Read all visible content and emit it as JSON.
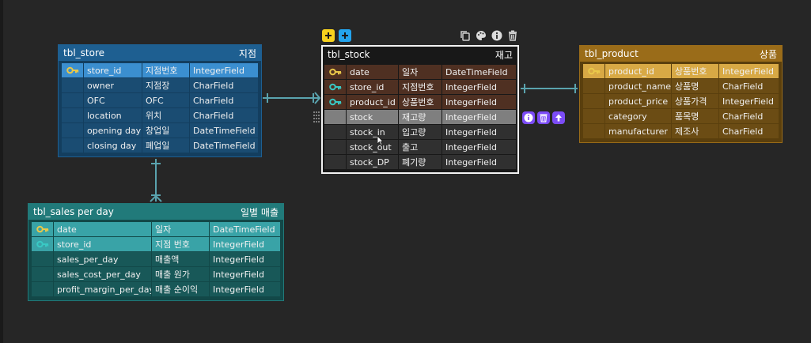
{
  "colors": {
    "background": "#262626",
    "connector": "#5aa3ae",
    "store_header": "#1e5f91",
    "sales_header": "#217a7a",
    "stock_border": "#f2f2f2",
    "product_header": "#9a6c19",
    "pk_key": "#e9c84a",
    "fk_key": "#39c9c4",
    "action_purple": "#7b4cf6"
  },
  "tables": {
    "store": {
      "name": "tbl_store",
      "label": "지점",
      "rows": [
        {
          "key": "pk",
          "field": "store_id",
          "verbose": "지점번호",
          "type": "IntegerField"
        },
        {
          "key": "",
          "field": "owner",
          "verbose": "지점장",
          "type": "CharField"
        },
        {
          "key": "",
          "field": "OFC",
          "verbose": "OFC",
          "type": "CharField"
        },
        {
          "key": "",
          "field": "location",
          "verbose": "위치",
          "type": "CharField"
        },
        {
          "key": "",
          "field": "opening day",
          "verbose": "창업일",
          "type": "DateTimeField"
        },
        {
          "key": "",
          "field": "closing day",
          "verbose": "폐업일",
          "type": "DateTimeField"
        }
      ]
    },
    "sales": {
      "name": "tbl_sales per day",
      "label": "일별 매출",
      "rows": [
        {
          "key": "pk",
          "field": "date",
          "verbose": "일자",
          "type": "DateTimeField"
        },
        {
          "key": "fk",
          "field": "store_id",
          "verbose": "지점 번호",
          "type": "IntegerField"
        },
        {
          "key": "",
          "field": "sales_per_day",
          "verbose": "매출액",
          "type": "IntegerField"
        },
        {
          "key": "",
          "field": "sales_cost_per_day",
          "verbose": "매출 원가",
          "type": "IntegerField"
        },
        {
          "key": "",
          "field": "profit_margin_per_day",
          "verbose": "매출 순이익",
          "type": "IntegerField"
        }
      ]
    },
    "stock": {
      "name": "tbl_stock",
      "label": "재고",
      "rows": [
        {
          "key": "pk",
          "field": "date",
          "verbose": "일자",
          "type": "DateTimeField"
        },
        {
          "key": "fk",
          "field": "store_id",
          "verbose": "지점번호",
          "type": "IntegerField"
        },
        {
          "key": "fk",
          "field": "product_id",
          "verbose": "상품번호",
          "type": "IntegerField"
        },
        {
          "key": "",
          "field": "stock",
          "verbose": "재고량",
          "type": "IntegerField",
          "selected": true
        },
        {
          "key": "",
          "field": "stock_in",
          "verbose": "입고량",
          "type": "IntegerField"
        },
        {
          "key": "",
          "field": "stock_out",
          "verbose": "출고",
          "type": "IntegerField"
        },
        {
          "key": "",
          "field": "stock_DP",
          "verbose": "폐기량",
          "type": "IntegerField"
        }
      ]
    },
    "product": {
      "name": "tbl_product",
      "label": "상품",
      "rows": [
        {
          "key": "pk",
          "field": "product_id",
          "verbose": "상품번호",
          "type": "IntegerField"
        },
        {
          "key": "",
          "field": "product_name",
          "verbose": "상품명",
          "type": "CharField"
        },
        {
          "key": "",
          "field": "product_price",
          "verbose": "상품가격",
          "type": "IntegerField"
        },
        {
          "key": "",
          "field": "category",
          "verbose": "품목명",
          "type": "CharField"
        },
        {
          "key": "",
          "field": "manufacturer",
          "verbose": "제조사",
          "type": "CharField"
        }
      ]
    }
  },
  "toolbar": {
    "left": [
      "plus-icon",
      "plus-icon"
    ],
    "right": [
      "copy-icon",
      "palette-icon",
      "info-icon",
      "trash-icon"
    ],
    "row_actions": [
      "info-icon",
      "trash-icon",
      "arrow-up-icon"
    ]
  }
}
